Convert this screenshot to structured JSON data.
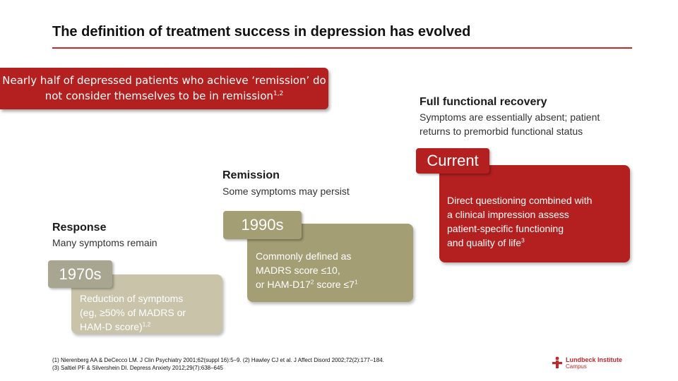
{
  "title": "The definition of treatment success in depression has evolved",
  "callout": {
    "line1": "Nearly half of depressed patients who achieve ‘remission’ do",
    "line2": "not consider themselves to be in remission",
    "sup": "1,2"
  },
  "stages": {
    "response": {
      "heading": "Response",
      "subtitle": "Many symptoms remain",
      "era": "1970s",
      "desc_line1": "Reduction of symptoms",
      "desc_line2": "(eg, ≥50% of MADRS or",
      "desc_line3": "HAM-D score)",
      "desc_sup": "1,2"
    },
    "remission": {
      "heading": "Remission",
      "subtitle": "Some symptoms may persist",
      "era": "1990s",
      "desc_line1": "Commonly defined as",
      "desc_line2": "MADRS score ≤10,",
      "desc_line3a": "or HAM-D17",
      "desc_sup_a": "2",
      "desc_line3b": " score ≤7",
      "desc_sup_b": "1"
    },
    "recovery": {
      "heading": "Full functional recovery",
      "subtitle_line1": "Symptoms are essentially absent; patient",
      "subtitle_line2": "returns to premorbid functional status",
      "era": "Current",
      "desc_line1": "Direct questioning combined with",
      "desc_line2": "a clinical impression assess",
      "desc_line3": "patient-specific functioning",
      "desc_line4": "and quality of life",
      "desc_sup": "3"
    }
  },
  "footnotes": {
    "line1": "(1) Nierenberg AA & DeCecco LM. J Clin Psychiatry 2001;62(suppl 16):5–9. (2) Hawley CJ et al. J Affect Disord 2002;72(2):177–184.",
    "line2": "(3) Saltiel PF & Silvershein DI. Depress Anxiety 2012;29(7):638–645"
  },
  "logo": {
    "line1": "Lundbeck Institute",
    "line2": "Campus",
    "icon": "cross-figure-icon"
  },
  "colors": {
    "accent_red": "#b3201f",
    "olive": "#a39e74",
    "beige": "#c8c3a9",
    "tag_gray": "#a8a690"
  }
}
